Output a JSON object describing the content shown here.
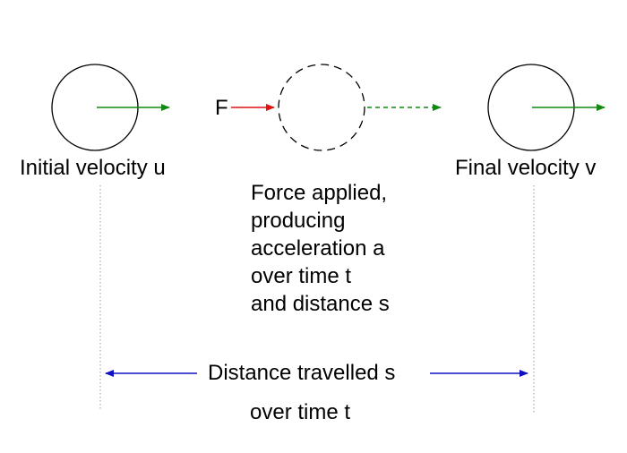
{
  "labels": {
    "initial_velocity": "Initial velocity u",
    "final_velocity": "Final velocity v",
    "force": "F",
    "description": [
      "Force applied,",
      "producing",
      "acceleration a",
      "over time t",
      "and distance s"
    ],
    "distance": "Distance travelled s",
    "time": "over time t"
  },
  "colors": {
    "velocity_arrow": "#108a10",
    "force_arrow": "#e01010",
    "distance_arrow": "#1010c0",
    "outline": "#000000",
    "guide_line": "#999999"
  }
}
